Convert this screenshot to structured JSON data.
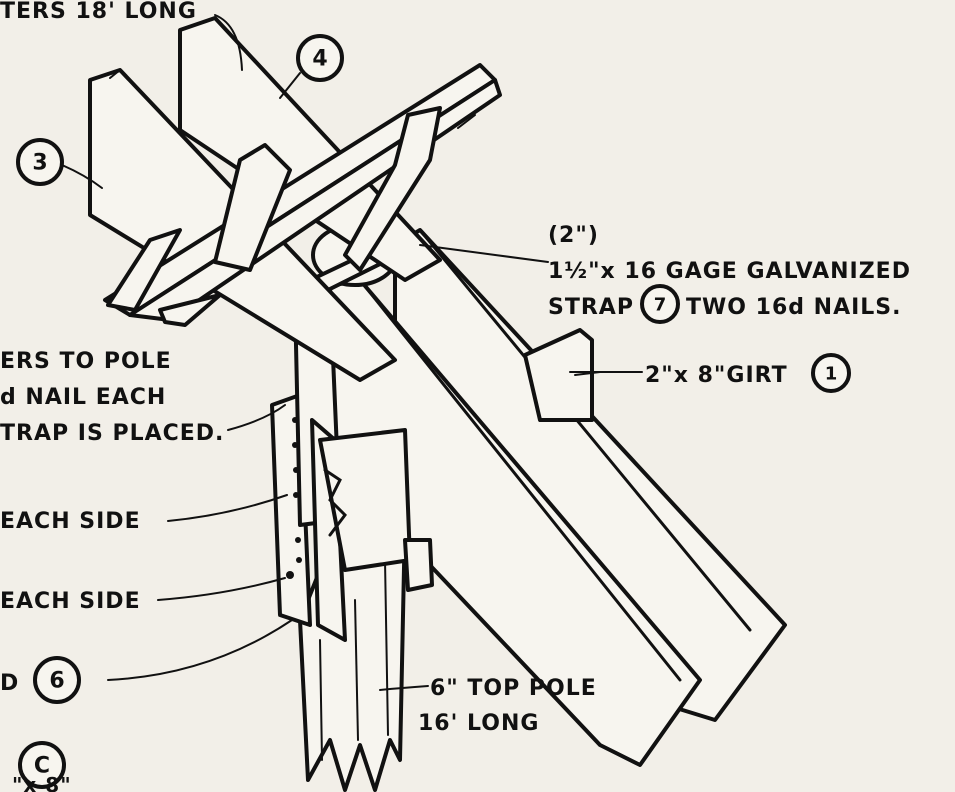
{
  "labels": {
    "rafters_top": "TERS 18' LONG",
    "strap_dim": "(2\")",
    "strap_line1": "1½\"x 16 GAGE GALVANIZED",
    "strap_line2_a": "STRAP",
    "strap_line2_b": "TWO 16d NAILS.",
    "girt": "2\"x 8\"GIRT",
    "rafters_pole_1": "ERS TO POLE",
    "rafters_pole_2": "d NAIL EACH",
    "rafters_pole_3": "TRAP IS PLACED.",
    "each_side_1": "EACH SIDE",
    "each_side_2": "EACH SIDE",
    "item6_prefix": "D",
    "pole_line1": "6\" TOP POLE",
    "pole_line2": "16' LONG"
  },
  "callouts": {
    "n3": "3",
    "n4": "4",
    "n7": "7",
    "n1": "1",
    "n6": "6",
    "nC": "C"
  },
  "partial_bottom_text": "\"x 8\""
}
